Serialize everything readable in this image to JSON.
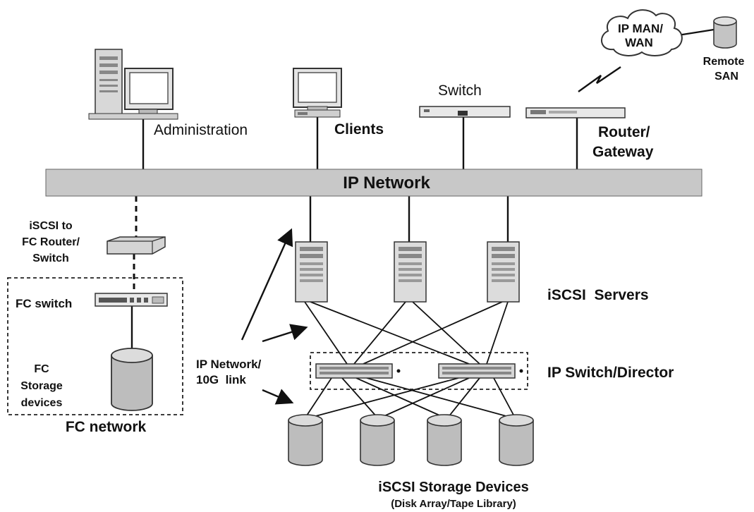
{
  "labels": {
    "administration": "Administration",
    "clients": "Clients",
    "switch": "Switch",
    "router_line1": "Router/",
    "router_line2": "Gateway",
    "ip_network": "IP Network",
    "ipman_line1": "IP MAN/",
    "ipman_line2": "WAN",
    "remote_line1": "Remote",
    "remote_line2": "SAN",
    "iscsi_fc_line1": "iSCSI  to",
    "iscsi_fc_line2": "FC Router/",
    "iscsi_fc_line3": "Switch",
    "fc_switch": "FC switch",
    "fc_storage_line1": "FC",
    "fc_storage_line2": "Storage",
    "fc_storage_line3": "devices",
    "fc_network": "FC network",
    "iscsi_servers": "iSCSI  Servers",
    "ip_switch_director": "IP Switch/Director",
    "ip_link_line1": "IP Network/",
    "ip_link_line2": "10G  link",
    "storage_title": "iSCSI Storage Devices",
    "storage_subtitle": "(Disk Array/Tape Library)"
  },
  "colors": {
    "backbone": "#c8c8c8",
    "device_body": "#dcdcdc",
    "cylinder": "#bdbdbd",
    "line": "#111111"
  }
}
